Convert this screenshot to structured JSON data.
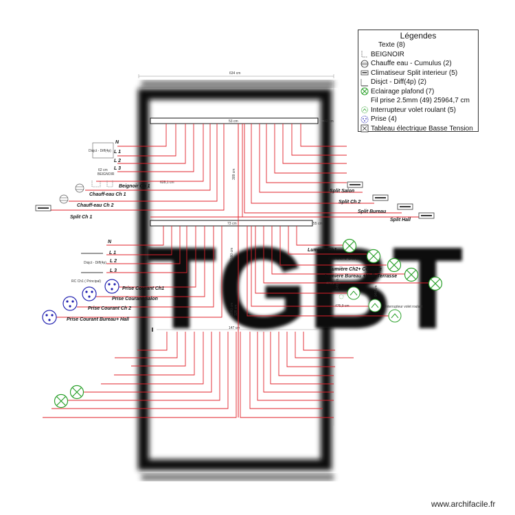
{
  "plan": {
    "title": "TGBT",
    "dims": {
      "top": "634 cm",
      "bar_top": "53 cm",
      "bar_right": "42 cm",
      "bar_mid": "73 cm",
      "bar_mid_right": "55 cm",
      "bar_bottom": "147 cm",
      "vertical_mid": "309 cm",
      "left_small": "628,1 cm",
      "right_small": "475,9 cm",
      "right_small2": "476,2 cm",
      "vert_right": "149 cm",
      "vert_lower": "946 cm",
      "lower_mid1": "1080 cm",
      "lower_mid2": "128 cm",
      "small1": "62 cm",
      "vert_mid2": "2080 cm"
    }
  },
  "labels": {
    "n_top": "N",
    "l1_top": "L 1",
    "l2_top": "L 2",
    "l3_top": "L 3",
    "disjct_top": "Disjct - Diff(4p)",
    "beignoir_small": "BEIGNOIR",
    "beignoir_ch1": "Beignoir    Ch 1",
    "chauff_ch1": "Chauff-eau Ch 1",
    "chauff_ch2": "Chauff-eau Ch 2",
    "split_ch1": "Split Ch 1",
    "split_salon": "Split  Salon",
    "split_ch2": "Split  Ch 2",
    "split_bureau": "Split  Bureau",
    "split_hall": "Split  Hall",
    "n_mid": "N",
    "l1_mid": "L 1",
    "l2_mid": "L 2",
    "l3_mid": "L 3",
    "disjct_mid": "Disjct - Diff(4p)",
    "rc_ch1": "RC Ch1 ( Principal)",
    "prise_ch1": "Prise Courant Ch1",
    "prise_salon": "Prise Courant Salon",
    "prise_ch2": "Prise Courant Ch 2",
    "prise_bureau": "Prise Courant Bureau+ Hall",
    "lumiere_ch1": "Lumiere Ch1",
    "lumiere_salon": "Lumiere Salon",
    "lumiere_ch2": "Lumière Ch2+ Couloire",
    "lumiere_bureau": "Lumiere Bureau +Hall+Terrasse",
    "interrupteur": "Interrupteur volet roulant"
  },
  "legend": {
    "title": "Légendes",
    "items": [
      {
        "icon": "text-icon",
        "label": "Texte (8)"
      },
      {
        "icon": "bathtub-icon",
        "label": "BEIGNOIR"
      },
      {
        "icon": "water-heater-icon",
        "label": "Chauffe eau - Cumulus (2)"
      },
      {
        "icon": "air-conditioner-icon",
        "label": "Climatiseur Split interieur (5)"
      },
      {
        "icon": "breaker-icon",
        "label": "Disjct - Diff(4p)  (2)"
      },
      {
        "icon": "ceiling-light-icon",
        "label": "Eclairage plafond (7)"
      },
      {
        "icon": "wire-icon",
        "label": "Fil prise 2.5mm (49) 25964,7 cm"
      },
      {
        "icon": "shutter-switch-icon",
        "label": "Interrupteur volet roulant (5)"
      },
      {
        "icon": "socket-icon",
        "label": "Prise (4)"
      },
      {
        "icon": "panel-icon",
        "label": "Tableau électrique Basse Tension"
      }
    ]
  },
  "footer": {
    "brand": "www.archifacile.fr"
  },
  "colors": {
    "wire": "#e0202a",
    "light": "#2aa02a",
    "socket": "#2020b0",
    "frame": "#111111"
  }
}
